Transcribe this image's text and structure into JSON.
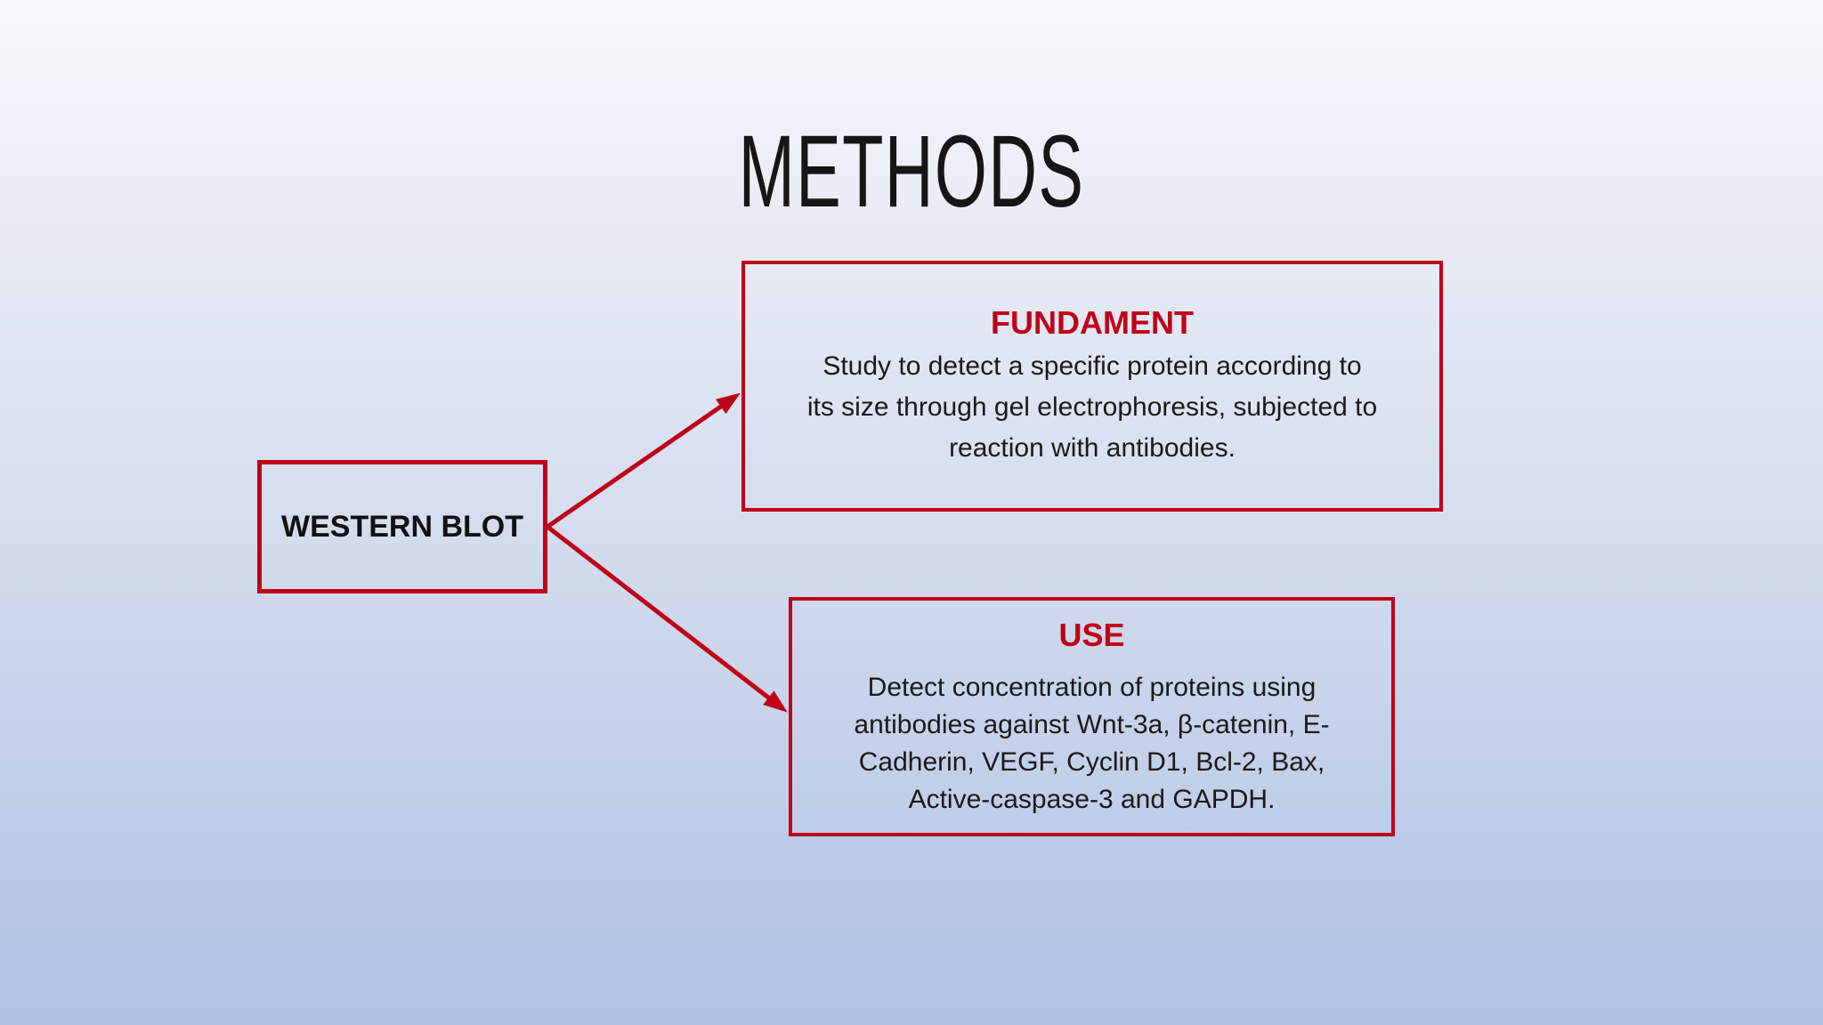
{
  "slide": {
    "title": "METHODS",
    "accent_color": "#C00018",
    "text_color": "#1A1A1A",
    "background_top_color": "#F8F8FD",
    "background_bottom_color": "#AEC3E4",
    "western_blot": {
      "label": "WESTERN BLOT"
    },
    "fundament": {
      "heading": "FUNDAMENT",
      "body": "Study to detect a specific protein according to\nits size through gel electrophoresis, subjected to\nreaction with antibodies."
    },
    "use": {
      "heading": "USE",
      "body": "Detect concentration of proteins using\nantibodies against Wnt-3a, β-catenin, E-\nCadherin, VEGF, Cyclin D1, Bcl-2, Bax,\nActive-caspase-3 and GAPDH."
    }
  }
}
